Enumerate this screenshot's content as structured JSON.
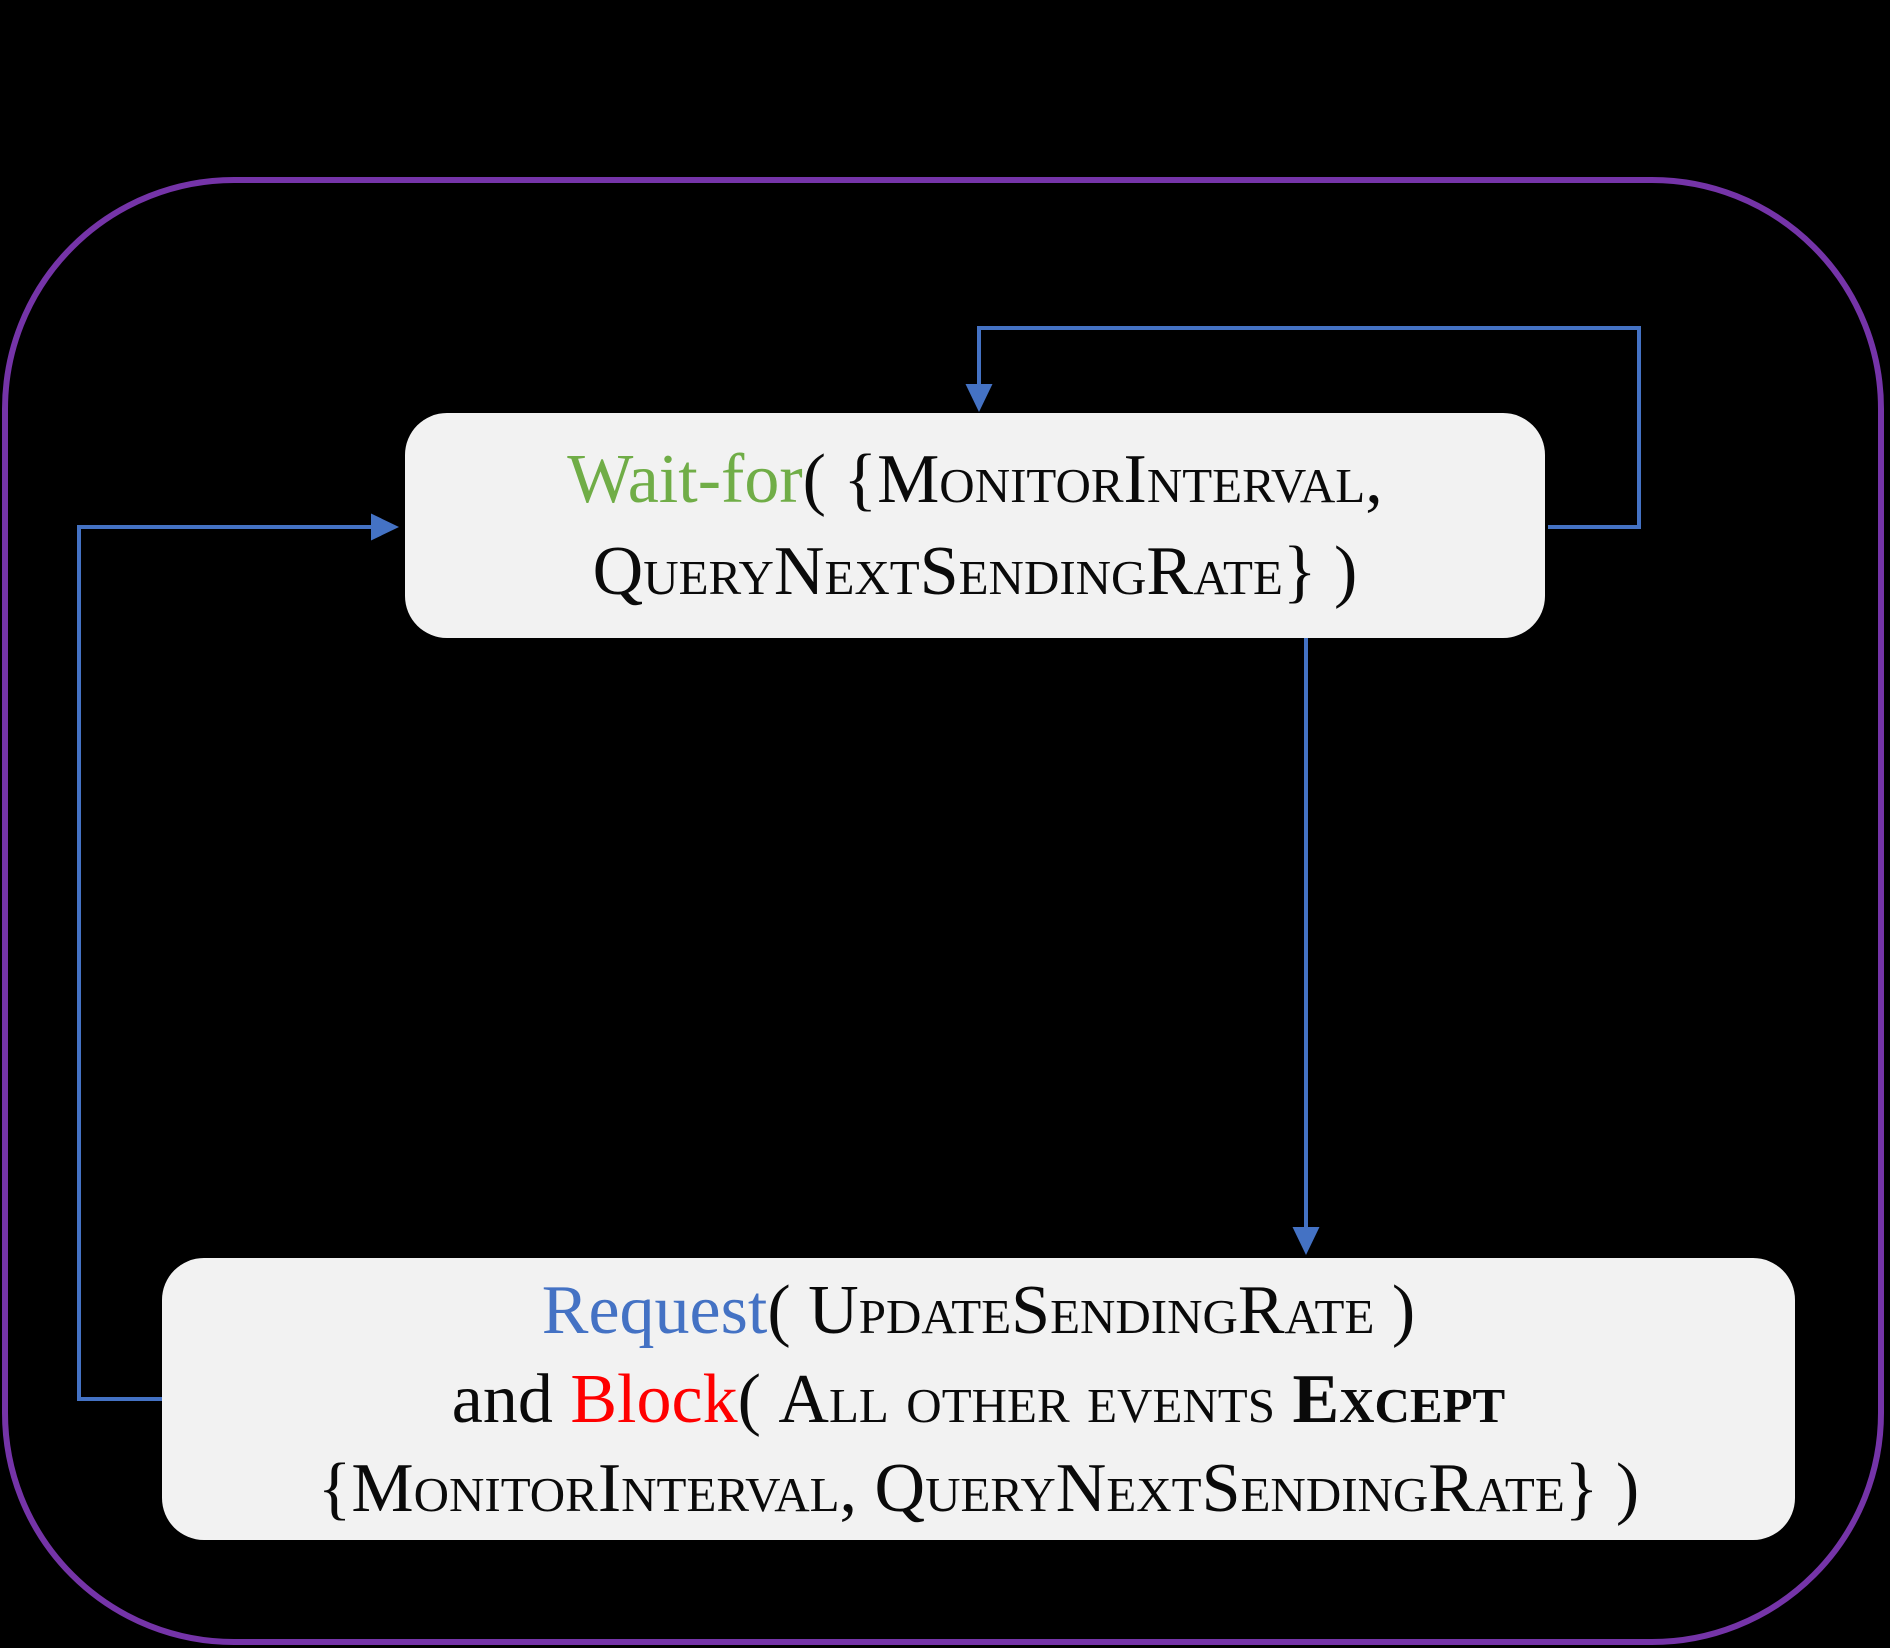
{
  "canvas": {
    "background_color": "#000000",
    "outer_border_color": "#7534A8",
    "node_fill_color": "#F2F2F2",
    "arrow_color": "#4472C4",
    "keyword_colors": {
      "wait_for": "#70AD47",
      "request": "#4472C4",
      "block": "#FF0000"
    }
  },
  "diagram": {
    "nodes": {
      "wait_for": {
        "line1": {
          "keyword": "Wait-for",
          "open": "( {",
          "arg1": "MonitorInterval",
          "comma": ","
        },
        "line2": {
          "arg2": "QueryNextSendingRate",
          "close": "} )"
        }
      },
      "request_block": {
        "line1": {
          "keyword": "Request",
          "open": "( ",
          "arg": "UpdateSendingRate",
          "close": " )"
        },
        "line2": {
          "prefix": "and ",
          "keyword": "Block",
          "open": "( ",
          "arg": "All other events ",
          "emph": "Except"
        },
        "line3": {
          "open": "{",
          "arg1": "MonitorInterval",
          "sep": ", ",
          "arg2": "QueryNextSendingRate",
          "close": "} )"
        }
      }
    },
    "edges": [
      {
        "name": "self-loop-arrow",
        "from": "wait_for",
        "to": "wait_for",
        "color": "#4472C4"
      },
      {
        "name": "dispatch-arrow",
        "from": "wait_for",
        "to": "request_block",
        "color": "#4472C4"
      },
      {
        "name": "return-arrow",
        "from": "request_block",
        "to": "wait_for",
        "color": "#4472C4"
      }
    ]
  }
}
